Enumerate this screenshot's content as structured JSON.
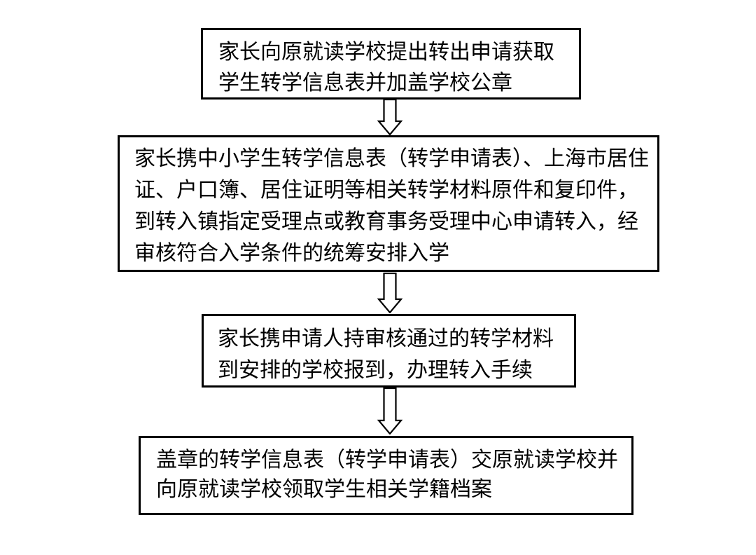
{
  "page": {
    "background_color": "#ffffff",
    "line_color": "#000000",
    "text_color": "#000000"
  },
  "flowchart": {
    "type": "vertical-process-flow",
    "step_count": 4,
    "steps": [
      {
        "name": "apply-transfer-out",
        "lines": [
          "家长向原就读学校提出转出申请获取",
          "学生转学信息表并加盖学校公章"
        ]
      },
      {
        "name": "submit-materials-to-accepting-district",
        "lines": [
          "家长携中小学生转学信息表（转学申请表）、上海市居住",
          "证、户口簿、居住证明等相关转学材料原件和复印件，",
          "到转入镇指定受理点或教育事务受理中心申请转入，经",
          "审核符合入学条件的统筹安排入学"
        ]
      },
      {
        "name": "report-to-assigned-school",
        "lines": [
          "家长携申请人持审核通过的转学材料",
          "到安排的学校报到，办理转入手续"
        ]
      },
      {
        "name": "return-stamped-form-and-collect-records",
        "lines": [
          "盖章的转学信息表（转学申请表）交原就读学校并",
          "向原就读学校领取学生相关学籍档案"
        ]
      }
    ],
    "connectors": [
      {
        "type": "down-arrow"
      },
      {
        "type": "down-arrow"
      },
      {
        "type": "down-arrow"
      }
    ]
  }
}
